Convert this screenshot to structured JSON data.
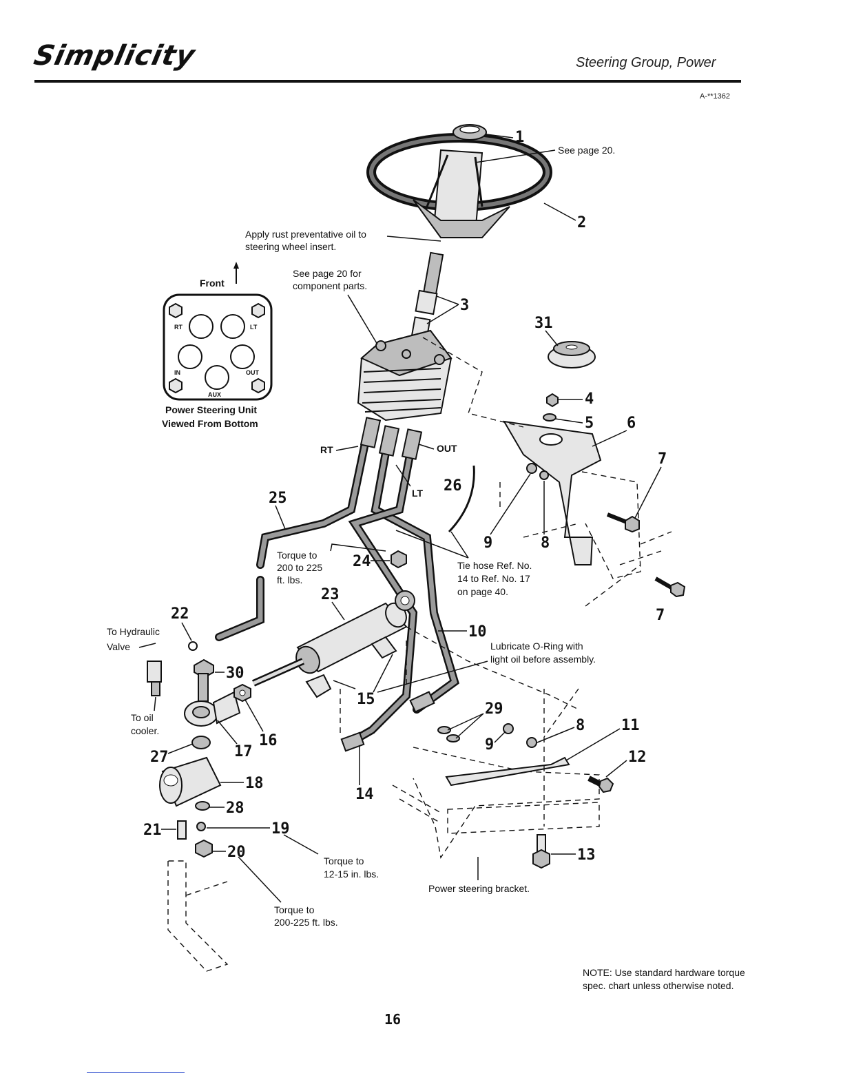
{
  "header": {
    "brand": "Simplicity",
    "title": "Steering Group, Power",
    "ref_code": "A-**1362"
  },
  "annotations": {
    "see_page_20": "See page 20.",
    "apply_oil_1": "Apply rust preventative oil to",
    "apply_oil_2": "steering wheel insert.",
    "see_page_components_1": "See page 20 for",
    "see_page_components_2": "component parts.",
    "front": "Front",
    "unit_caption_1": "Power Steering Unit",
    "unit_caption_2": "Viewed From Bottom",
    "port_rt": "RT",
    "port_lt": "LT",
    "port_in": "IN",
    "port_out": "OUT",
    "port_aux": "AUX",
    "hose_rt": "RT",
    "hose_lt": "LT",
    "hose_out": "OUT",
    "torque_200_1": "Torque to",
    "torque_200_2": "200 to 225",
    "torque_200_3": "ft. lbs.",
    "tie_hose_1": "Tie hose Ref. No.",
    "tie_hose_2": "14 to Ref. No. 17",
    "tie_hose_3": "on page 40.",
    "to_hydraulic_1": "To Hydraulic",
    "to_hydraulic_2": "Valve",
    "to_oil_1": "To oil",
    "to_oil_2": "cooler.",
    "lubricate_1": "Lubricate O-Ring with",
    "lubricate_2": "light oil before assembly.",
    "torque_12_1": "Torque to",
    "torque_12_2": "12-15 in. lbs.",
    "torque_200b_1": "Torque to",
    "torque_200b_2": "200-225 ft. lbs.",
    "bracket": "Power steering bracket."
  },
  "callouts": {
    "c1": "1",
    "c2": "2",
    "c3": "3",
    "c4": "4",
    "c5": "5",
    "c6": "6",
    "c7a": "7",
    "c7b": "7",
    "c8a": "8",
    "c8b": "8",
    "c9a": "9",
    "c9b": "9",
    "c10": "10",
    "c11": "11",
    "c12": "12",
    "c13": "13",
    "c14": "14",
    "c15": "15",
    "c16": "16",
    "c17": "17",
    "c18": "18",
    "c19": "19",
    "c20": "20",
    "c21": "21",
    "c22": "22",
    "c23": "23",
    "c24": "24",
    "c25": "25",
    "c26": "26",
    "c27": "27",
    "c28": "28",
    "c29": "29",
    "c30": "30",
    "c31": "31"
  },
  "note": "NOTE: Use standard hardware torque spec. chart unless otherwise noted.",
  "page_number": "16"
}
